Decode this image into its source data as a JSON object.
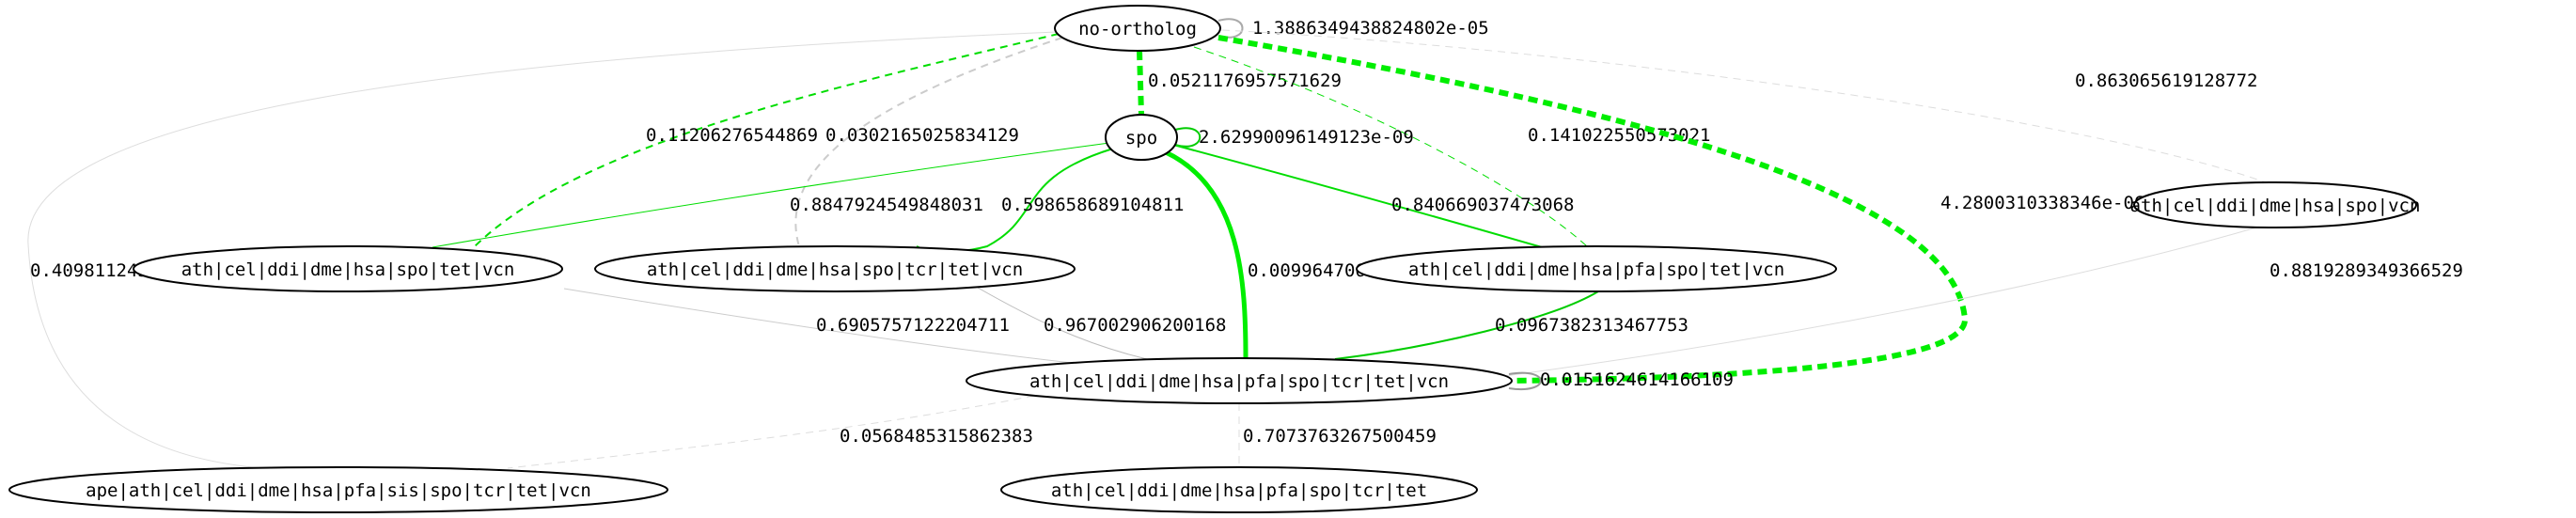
{
  "nodes": [
    {
      "id": "no_ortholog",
      "label": "no-ortholog"
    },
    {
      "id": "spo",
      "label": "spo"
    },
    {
      "id": "n_hsa_spo_vcn",
      "label": "ath|cel|ddi|dme|hsa|spo|vcn"
    },
    {
      "id": "n_hsa_spo_tet_vcn",
      "label": "ath|cel|ddi|dme|hsa|spo|tet|vcn"
    },
    {
      "id": "n_hsa_spo_tcr_tet_vcn",
      "label": "ath|cel|ddi|dme|hsa|spo|tcr|tet|vcn"
    },
    {
      "id": "n_hsa_pfa_spo_tet_vcn",
      "label": "ath|cel|ddi|dme|hsa|pfa|spo|tet|vcn"
    },
    {
      "id": "n_hsa_pfa_spo_tcr_tet_vcn",
      "label": "ath|cel|ddi|dme|hsa|pfa|spo|tcr|tet|vcn"
    },
    {
      "id": "n_ape_all",
      "label": "ape|ath|cel|ddi|dme|hsa|pfa|sis|spo|tcr|tet|vcn"
    },
    {
      "id": "n_hsa_pfa_spo_tcr_tet",
      "label": "ath|cel|ddi|dme|hsa|pfa|spo|tcr|tet"
    }
  ],
  "edges": [
    {
      "from": "no_ortholog",
      "to": "no_ortholog",
      "label": "1.3886349438824802e-05",
      "color": "#aaaaaa",
      "style": "solid"
    },
    {
      "from": "no_ortholog",
      "to": "spo",
      "label": "0.0521176957571629",
      "color": "#00ee00",
      "style": "dashed-bold"
    },
    {
      "from": "no_ortholog",
      "to": "n_hsa_spo_tet_vcn",
      "label": "0.11206276544869",
      "color": "#00dd00",
      "style": "dashed"
    },
    {
      "from": "no_ortholog",
      "to": "n_hsa_spo_tcr_tet_vcn",
      "label": "0.0302165025834129",
      "color": "#cccccc",
      "style": "dashed"
    },
    {
      "from": "no_ortholog",
      "to": "n_hsa_pfa_spo_tet_vcn",
      "label": "0.141022550573021",
      "color": "#00dd00",
      "style": "dashed-thin"
    },
    {
      "from": "no_ortholog",
      "to": "n_hsa_spo_vcn",
      "label": "0.863065619128772",
      "color": "#dddddd",
      "style": "dashed-thin"
    },
    {
      "from": "no_ortholog",
      "to": "n_hsa_pfa_spo_tcr_tet_vcn",
      "label": "4.2800310338346e-06",
      "color": "#00ee00",
      "style": "dashed-bold"
    },
    {
      "from": "no_ortholog",
      "to": "n_ape_all",
      "label": "0.409811243896785",
      "color": "#dddddd",
      "style": "solid-thin"
    },
    {
      "from": "spo",
      "to": "spo",
      "label": "2.62990096149123e-09",
      "color": "#00cc00",
      "style": "solid"
    },
    {
      "from": "spo",
      "to": "n_hsa_spo_tet_vcn",
      "label": "0.8847924549848031",
      "color": "#00dd00",
      "style": "solid-thin"
    },
    {
      "from": "spo",
      "to": "n_hsa_spo_tcr_tet_vcn",
      "label": "0.598658689104811",
      "color": "#00dd00",
      "style": "solid"
    },
    {
      "from": "spo",
      "to": "n_hsa_pfa_spo_tet_vcn",
      "label": "0.840669037473068",
      "color": "#00dd00",
      "style": "solid"
    },
    {
      "from": "spo",
      "to": "n_hsa_pfa_spo_tcr_tet_vcn",
      "label": "0.0099647060999629",
      "color": "#00ee00",
      "style": "solid-bold"
    },
    {
      "from": "n_hsa_spo_tet_vcn",
      "to": "n_hsa_pfa_spo_tcr_tet_vcn",
      "label": "0.6905757122204711",
      "color": "#cccccc",
      "style": "solid-thin"
    },
    {
      "from": "n_hsa_spo_tcr_tet_vcn",
      "to": "n_hsa_pfa_spo_tcr_tet_vcn",
      "label": "0.967002906200168",
      "color": "#bbbbbb",
      "style": "solid-thin"
    },
    {
      "from": "n_hsa_pfa_spo_tet_vcn",
      "to": "n_hsa_pfa_spo_tcr_tet_vcn",
      "label": "0.0967382313467753",
      "color": "#00cc00",
      "style": "solid"
    },
    {
      "from": "n_hsa_spo_vcn",
      "to": "n_hsa_pfa_spo_tcr_tet_vcn",
      "label": "0.8819289349366529",
      "color": "#dddddd",
      "style": "solid-thin"
    },
    {
      "from": "n_hsa_pfa_spo_tcr_tet_vcn",
      "to": "n_hsa_pfa_spo_tcr_tet_vcn",
      "label": "0.0151624614166109",
      "color": "#999999",
      "style": "solid"
    },
    {
      "from": "n_hsa_pfa_spo_tcr_tet_vcn",
      "to": "n_ape_all",
      "label": "0.0568485315862383",
      "color": "#dddddd",
      "style": "dashed-thin"
    },
    {
      "from": "n_hsa_pfa_spo_tcr_tet_vcn",
      "to": "n_hsa_pfa_spo_tcr_tet",
      "label": "0.7073763267500459",
      "color": "#dddddd",
      "style": "dashed-thin"
    }
  ]
}
